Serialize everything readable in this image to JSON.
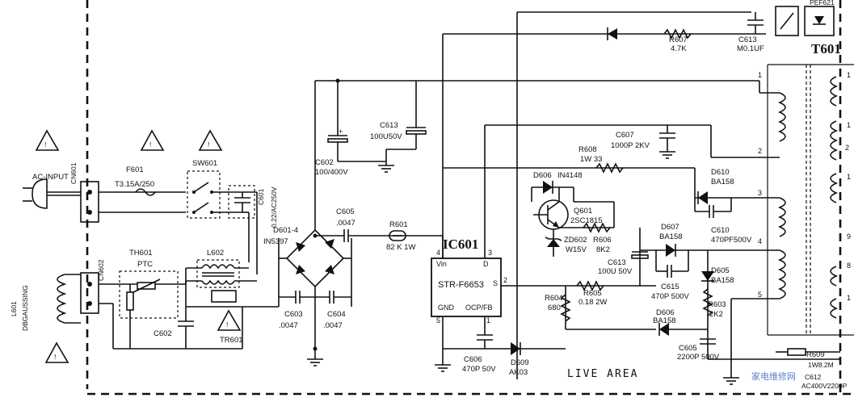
{
  "title": "T601",
  "connectors": {
    "cn601": "CN601",
    "cn602": "CN602"
  },
  "inputs": {
    "ac_input": "AC-INPUT",
    "degauss_coil": "L601",
    "degauss_label": "DBGAUSSING"
  },
  "fuse": {
    "ref": "F601",
    "value": "T3.15A/250"
  },
  "switch": {
    "ref": "SW601"
  },
  "thermistor": {
    "ref": "TH601",
    "type": "PTC"
  },
  "filter": {
    "l602": "L602",
    "c601_ref": "C601",
    "c601_value": "0.22/AC250V",
    "c602_left": "C602",
    "tr601": "TR601"
  },
  "bridge": {
    "ref": "D601-4",
    "part": "IN5397",
    "c605_ref": "C605",
    "c605_value": ".0047",
    "c603_ref": "C603",
    "c603_value": ".0047",
    "c604_ref": "C604",
    "c604_value": ".0047"
  },
  "bulk": {
    "c602_ref": "C602",
    "c602_value": "100/400V",
    "c613_ref": "C613",
    "c613_value": "100U50V"
  },
  "startup": {
    "r601_ref": "R601",
    "r601_value": "82 K 1W"
  },
  "ic": {
    "ref": "IC601",
    "part": "STR-F6653",
    "pin_vin": "Vin",
    "pin_d": "D",
    "pin_s": "S",
    "pin_gnd": "GND",
    "pin_ocp": "OCP/FB",
    "pin4": "4",
    "pin3": "3",
    "pin2": "2",
    "pin5": "5",
    "pin1": "1"
  },
  "top": {
    "r607_ref": "R607",
    "r607_value": "4.7K",
    "c613_ref": "C613",
    "c613_value": "M0.1UF",
    "photo_ref": "PEF621"
  },
  "snubber": {
    "c607_ref": "C607",
    "c607_value": "1000P 2KV",
    "r608_ref": "R608",
    "r608_value": "1W 33",
    "d610_ref": "D610",
    "d610_part": "BA158",
    "c610_ref": "C610",
    "c610_value": "470PF500V"
  },
  "control": {
    "d606_top_ref": "D606",
    "d606_top_part": "IN4148",
    "q601_ref": "Q601",
    "q601_part": "2SC1815",
    "zd602_ref": "ZD602",
    "zd602_value": "W15V",
    "r606_ref": "R606",
    "r606_value": "8K2",
    "c613b_ref": "C613",
    "c613b_value": "100U 50V",
    "d607_ref": "D607",
    "d607_part": "BA158",
    "c615_ref": "C615",
    "c615_value": "470P 500V",
    "d605_ref": "D605",
    "d605_part": "BA158",
    "r603_ref": "R603",
    "r603_value": "2K2",
    "d606_bot_ref": "D606",
    "d606_bot_part": "BA158",
    "c605b_ref": "C605",
    "c605b_value": "2200P 500V",
    "r605_ref": "R605",
    "r605_value": "0.18 2W",
    "r604_ref": "R604",
    "r604_value": "680",
    "c606_ref": "C606",
    "c606_value": "470P 50V",
    "d609_ref": "D609",
    "d609_part": "AK03"
  },
  "transformer": {
    "pins": [
      "1",
      "2",
      "3",
      "4",
      "5"
    ],
    "right_pins": [
      "1",
      "1",
      "2",
      "1",
      "9",
      "8",
      "1"
    ]
  },
  "output": {
    "r609_ref": "R609",
    "r609_value": "1W8.2M",
    "c612_ref": "C612",
    "c612_value": "AC400V2200P"
  },
  "area_label": "LIVE   AREA",
  "watermark": "家电维修网",
  "colors": {
    "ink": "#111111",
    "watermark": "#5a7fc6"
  }
}
